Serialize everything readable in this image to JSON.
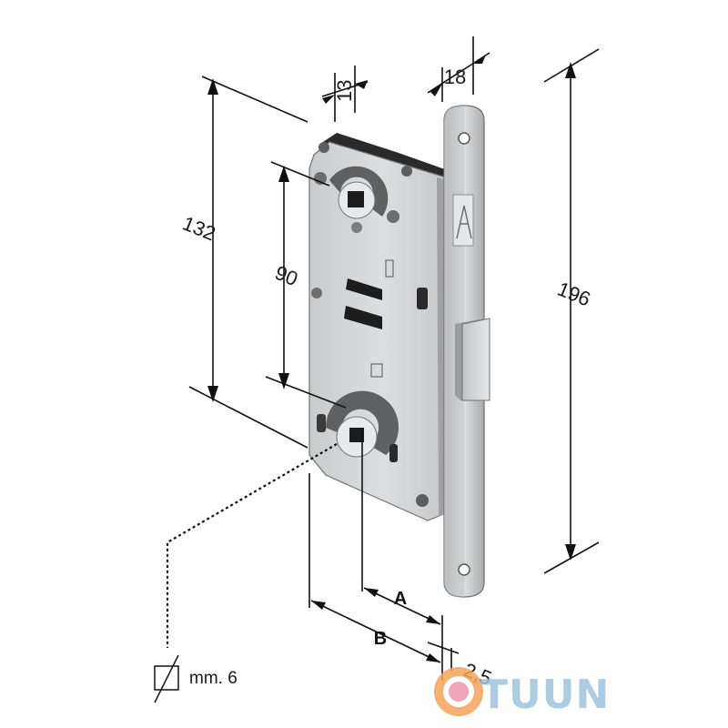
{
  "dimensions": {
    "backset_13": "13",
    "faceplate_18": "18",
    "height_132": "132",
    "center_90": "90",
    "total_196": "196",
    "label_a": "A",
    "label_b": "B",
    "offset_2_5": "2,5",
    "square_spindle": "mm. 6"
  },
  "watermark": {
    "text": "TUUN",
    "color": "#9dc4dd",
    "ring_colors": [
      "#f4a35a",
      "#e86a8a",
      "#7fc4e8"
    ]
  },
  "colors": {
    "metal_light": "#d4d6d8",
    "metal_mid": "#b9bcbf",
    "metal_dark": "#8e9296",
    "line": "#111111"
  }
}
